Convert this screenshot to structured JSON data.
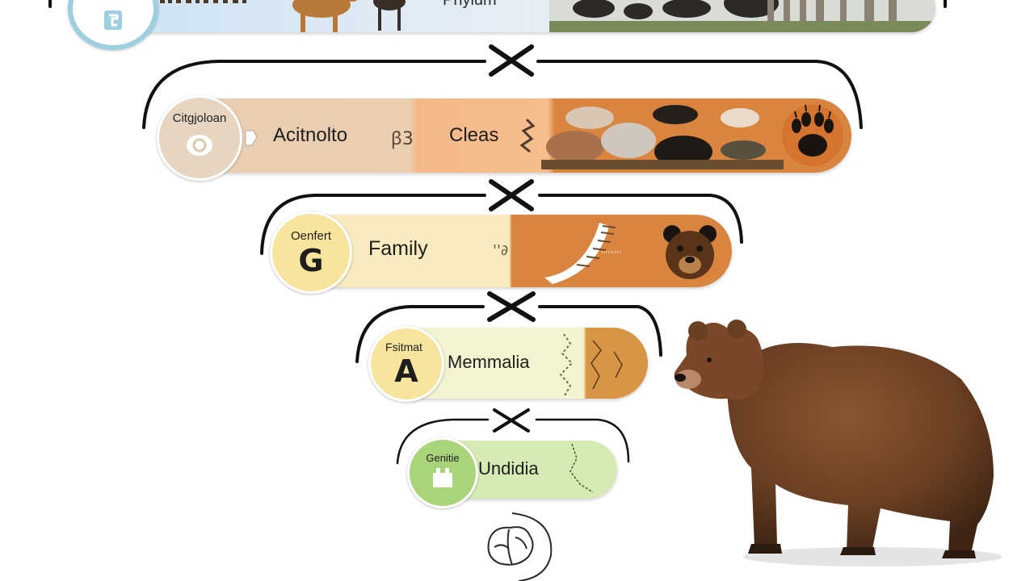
{
  "ranks": {
    "phylum": {
      "label": "Phylum"
    },
    "class_row": {
      "badge_caption": "Citgjoloan",
      "label": "Acitnolto",
      "mid_glyph": "ꞵ3",
      "label_2": "Cleas"
    },
    "family_row": {
      "badge_caption": "Oenfert",
      "badge_letter": "G",
      "label": "Family",
      "mid_glyph": "ꞌꞌ∂",
      "stripe_text": "ꞌꞌꞌꞌꞌꞌꞌꞌꞌ"
    },
    "mammalia_row": {
      "badge_caption": "Fsitmat",
      "badge_letter": "A",
      "label": "Memmalia"
    },
    "bottom_row": {
      "badge_caption": "Genitie",
      "label": "Undidia"
    }
  },
  "icons": {
    "connector": "cross-icon",
    "paw": "bear-paw-icon",
    "bear_face": "bear-face-icon",
    "brain": "brain-icon",
    "bear": "brown-bear-illustration"
  },
  "colors": {
    "phylum_bar": "#cfe3f3",
    "class_left": "#e8cdb0",
    "class_mid": "#f3b98a",
    "class_right": "#d9853f",
    "family_left": "#f9ebbf",
    "family_right": "#d98540",
    "mammalia_left": "#f4f3cf",
    "mammalia_right": "#d99546",
    "bottom_bar": "#d6ebb4",
    "connector": "#111111",
    "bear_fur": "#6b3f22"
  }
}
